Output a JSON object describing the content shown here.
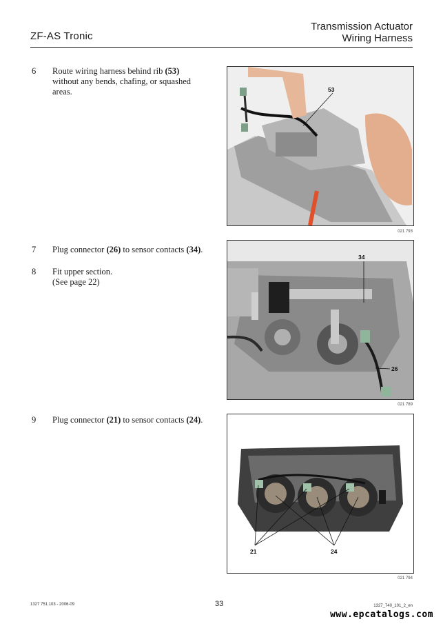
{
  "header": {
    "left_title": "ZF-AS Tronic",
    "right_line1": "Transmission Actuator",
    "right_line2": "Wiring Harness"
  },
  "steps": [
    {
      "num": "6",
      "pre": "Route wiring harness behind rib ",
      "ref": "(53)",
      "post": " without any bends, chafing, or squashed areas."
    },
    {
      "num": "7",
      "pre": "Plug connector ",
      "ref": "(26)",
      "mid": " to sensor contacts ",
      "ref2": "(34)",
      "post": "."
    },
    {
      "num": "8",
      "line1": "Fit upper section.",
      "line2": "(See page 22)"
    },
    {
      "num": "9",
      "pre": "Plug connector ",
      "ref": "(21)",
      "mid": " to sensor contacts ",
      "ref2": "(24)",
      "post": "."
    }
  ],
  "figures": [
    {
      "ref": "021 793",
      "callouts": [
        "53"
      ]
    },
    {
      "ref": "021 789",
      "callouts": [
        "34",
        "26"
      ]
    },
    {
      "ref": "021 794",
      "callouts": [
        "21",
        "24"
      ]
    }
  ],
  "footer": {
    "left": "1327 751 103 - 2006-09",
    "page": "33",
    "right": "1327_740_101_2_en",
    "watermark": "www.epcatalogs.com"
  }
}
